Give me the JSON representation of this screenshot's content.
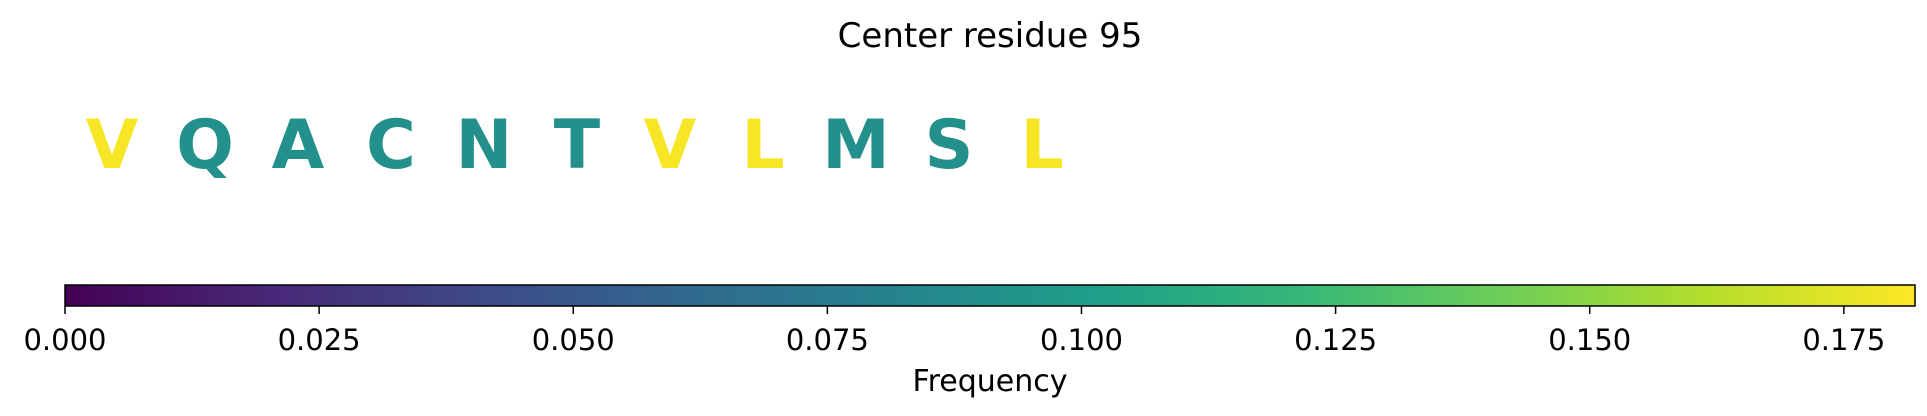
{
  "chart_data": {
    "type": "sequence-heatmap",
    "title": "Center residue 95",
    "residues": [
      {
        "letter": "V",
        "value": 0.18
      },
      {
        "letter": "Q",
        "value": 0.091
      },
      {
        "letter": "A",
        "value": 0.091
      },
      {
        "letter": "C",
        "value": 0.091
      },
      {
        "letter": "N",
        "value": 0.091
      },
      {
        "letter": "T",
        "value": 0.091
      },
      {
        "letter": "V",
        "value": 0.18
      },
      {
        "letter": "L",
        "value": 0.18
      },
      {
        "letter": "M",
        "value": 0.091
      },
      {
        "letter": "S",
        "value": 0.091
      },
      {
        "letter": "L",
        "value": 0.18
      }
    ],
    "colorbar": {
      "label": "Frequency",
      "colormap": "viridis",
      "range": [
        0,
        0.182
      ],
      "ticks": [
        0.0,
        0.025,
        0.05,
        0.075,
        0.1,
        0.125,
        0.15,
        0.175
      ],
      "tick_labels": [
        "0.000",
        "0.025",
        "0.050",
        "0.075",
        "0.100",
        "0.125",
        "0.150",
        "0.175"
      ]
    },
    "colors": {
      "viridis": [
        "#440154",
        "#482878",
        "#3e4989",
        "#31688e",
        "#26828e",
        "#1f9e89",
        "#35b779",
        "#6ece58",
        "#b5de2b",
        "#fde725"
      ]
    }
  }
}
